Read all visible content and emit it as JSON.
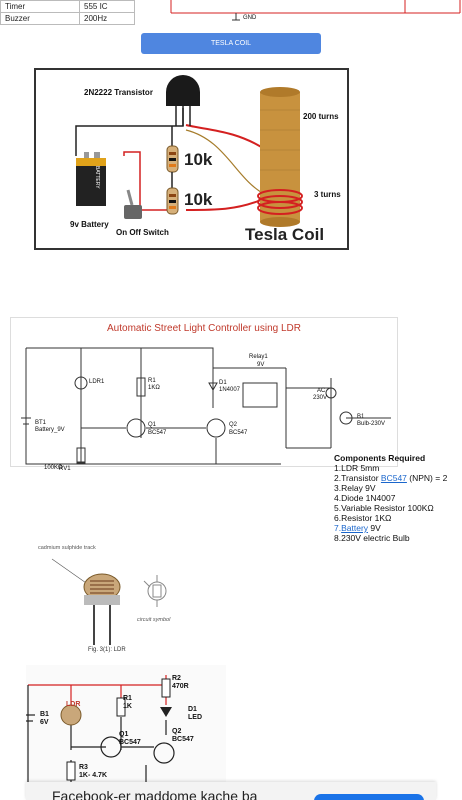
{
  "top_table": {
    "rows": [
      {
        "name": "Timer",
        "value": "555 IC"
      },
      {
        "name": "Buzzer",
        "value": "200Hz"
      }
    ]
  },
  "top_circuit": {
    "gnd_label": "GND"
  },
  "tesla_button": {
    "label": "TESLA COIL"
  },
  "tesla_diagram": {
    "transistor_label": "2N2222 Transistor",
    "resistor1": "10k",
    "resistor2": "10k",
    "coil_top_label": "200 turns",
    "coil_bottom_label": "3 turns",
    "battery_label": "9v Battery",
    "battery_text": "BATTERY",
    "switch_label": "On Off Switch",
    "title": "Tesla Coil"
  },
  "street_light": {
    "title": "Automatic Street Light Controller using LDR",
    "relay_label": "Relay1",
    "relay_voltage": "9V",
    "ldr_label": "LDR1",
    "r1_label": "R1",
    "r1_value": "1KΩ",
    "d1_label": "D1",
    "d1_value": "1N4007",
    "bt1_label": "BT1",
    "bt1_value": "Battery_9V",
    "q1_label": "Q1",
    "q1_value": "BC547",
    "q2_label": "Q2",
    "q2_value": "BC547",
    "ac_label": "AC",
    "ac_value": "230V",
    "bulb_label": "B1",
    "bulb_value": "Bulb-230V",
    "rv1_label": "RV1",
    "rv1_value": "100KΩ"
  },
  "components": {
    "heading": "Components Required",
    "items": [
      {
        "prefix": "1.LDR 5mm",
        "link": "",
        "suffix": ""
      },
      {
        "prefix": "2.Transistor ",
        "link": "BC547",
        "suffix": " (NPN) = 2"
      },
      {
        "prefix": "3.Relay 9V",
        "link": "",
        "suffix": ""
      },
      {
        "prefix": "4.Diode 1N4007",
        "link": "",
        "suffix": ""
      },
      {
        "prefix": "5.Variable Resistor 100KΩ",
        "link": "",
        "suffix": ""
      },
      {
        "prefix": "6.Resistor 1KΩ",
        "link": "",
        "suffix": ""
      },
      {
        "prefix": "7.",
        "link": "Battery",
        "suffix": " 9V"
      },
      {
        "prefix": "8.230V electric Bulb",
        "link": "",
        "suffix": ""
      }
    ]
  },
  "ldr_figure": {
    "material_label": "cadmium sulphide track",
    "symbol_label": "circuit symbol",
    "caption": "Fig. 3(1): LDR"
  },
  "ldr_circuit": {
    "r2_label": "R2",
    "r2_value": "470R",
    "r1_label": "R1",
    "r1_value": "1K",
    "ldr_label": "LDR",
    "b1_label": "B1",
    "b1_value": "6V",
    "d1_label": "D1",
    "d1_value": "LED",
    "q1_label": "Q1",
    "q1_value": "BC547",
    "q2_label": "Q2",
    "q2_value": "BC547",
    "r3_label": "R3",
    "r3_value": "1K- 4.7K"
  },
  "bottom_banner": {
    "text": "Facebook-er maddome kache ba"
  },
  "colors": {
    "button": "#4f86e0",
    "link": "#1a66cc",
    "wire_red": "#d42020",
    "coil": "#c8923e",
    "title_red": "#c0392b"
  }
}
